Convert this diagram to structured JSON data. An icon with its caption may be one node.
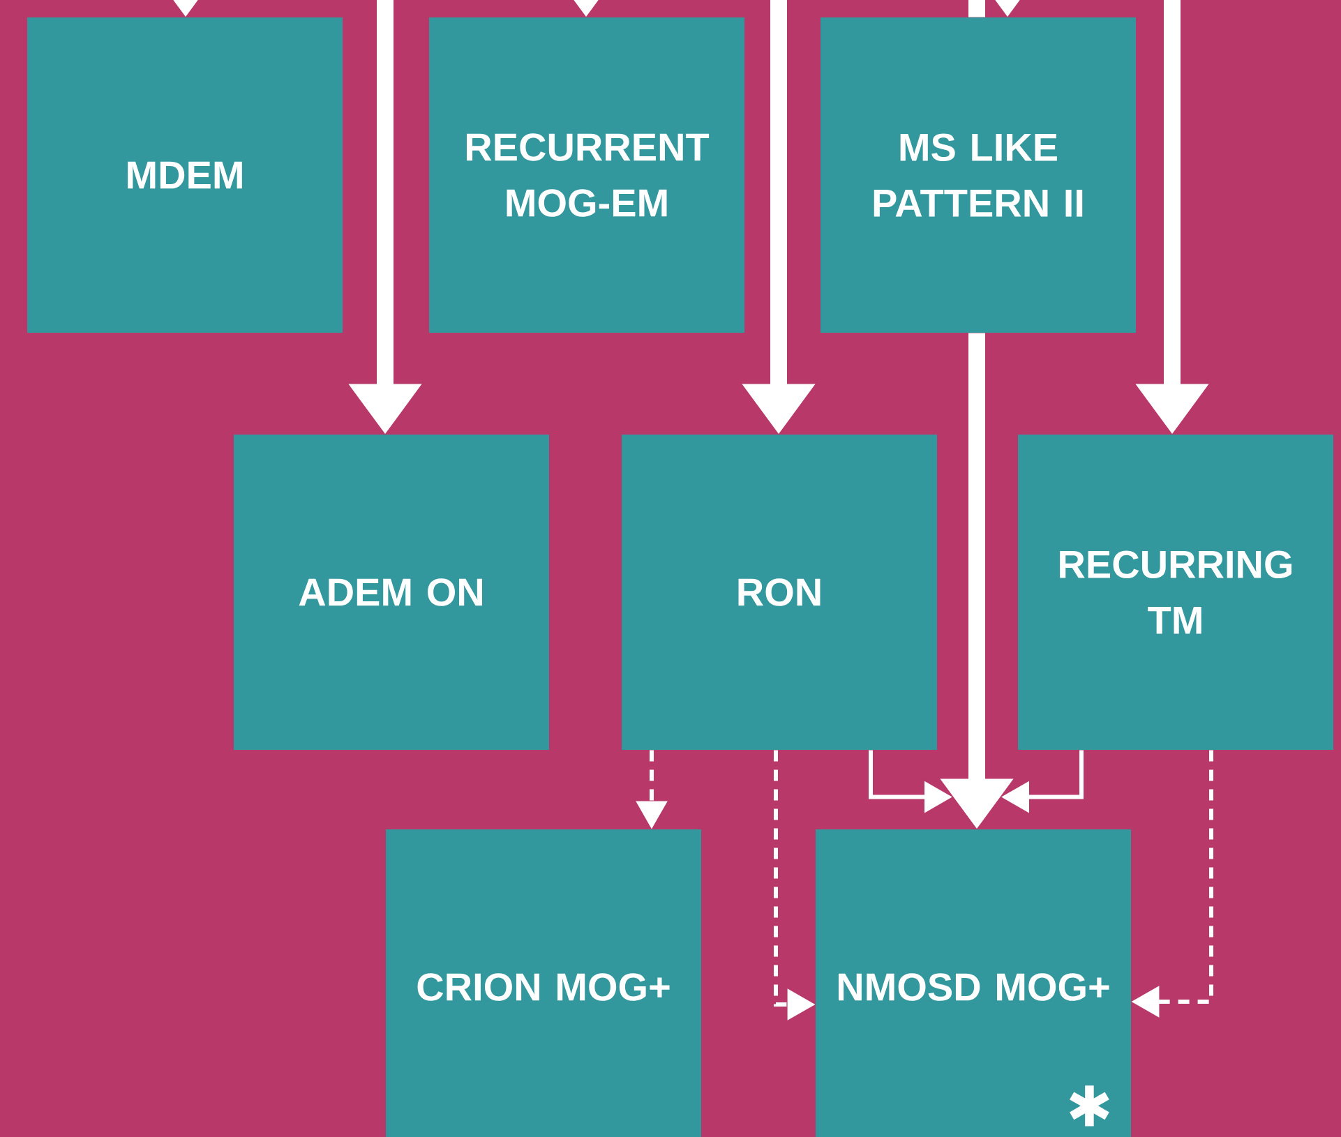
{
  "diagram": {
    "nodes": [
      {
        "text": [
          "MDEM"
        ]
      },
      {
        "text": [
          "RECURRENT MOG-EM"
        ]
      },
      {
        "text": [
          "MS LIKE PATTERN II"
        ]
      },
      {
        "text": [
          "ADEM ON"
        ]
      },
      {
        "text": [
          "RON"
        ]
      },
      {
        "text": [
          "RECURRING TM"
        ]
      },
      {
        "text": [
          "CRION MOG+"
        ]
      },
      {
        "text": [
          "NMOSD MOG+"
        ]
      }
    ],
    "edges": [
      {
        "from": null,
        "to": 0,
        "arrow": "to",
        "style": "thick"
      },
      {
        "from": null,
        "to": 1,
        "arrow": "to",
        "style": "thick"
      },
      {
        "from": null,
        "to": 2,
        "arrow": "to",
        "style": "thick"
      },
      {
        "from": null,
        "to": 2,
        "arrow": "none",
        "style": "thick"
      },
      {
        "from": null,
        "to": 3,
        "arrow": "to",
        "style": "thick"
      },
      {
        "from": null,
        "to": 4,
        "arrow": "to",
        "style": "thick"
      },
      {
        "from": null,
        "to": 5,
        "arrow": "to",
        "style": "thick"
      },
      {
        "from": 2,
        "to": 7,
        "arrow": "to",
        "style": "thick"
      },
      {
        "from": 4,
        "to": 6,
        "arrow": "to",
        "style": "dashed"
      },
      {
        "from": 4,
        "to": 7,
        "arrow": "to",
        "style": "dashed"
      },
      {
        "from": 4,
        "to": 7,
        "arrow": "to"
      },
      {
        "from": 5,
        "to": 7,
        "arrow": "to"
      },
      {
        "from": 5,
        "to": 7,
        "arrow": "to",
        "style": "dashed"
      }
    ],
    "labels": [
      "✱"
    ]
  }
}
